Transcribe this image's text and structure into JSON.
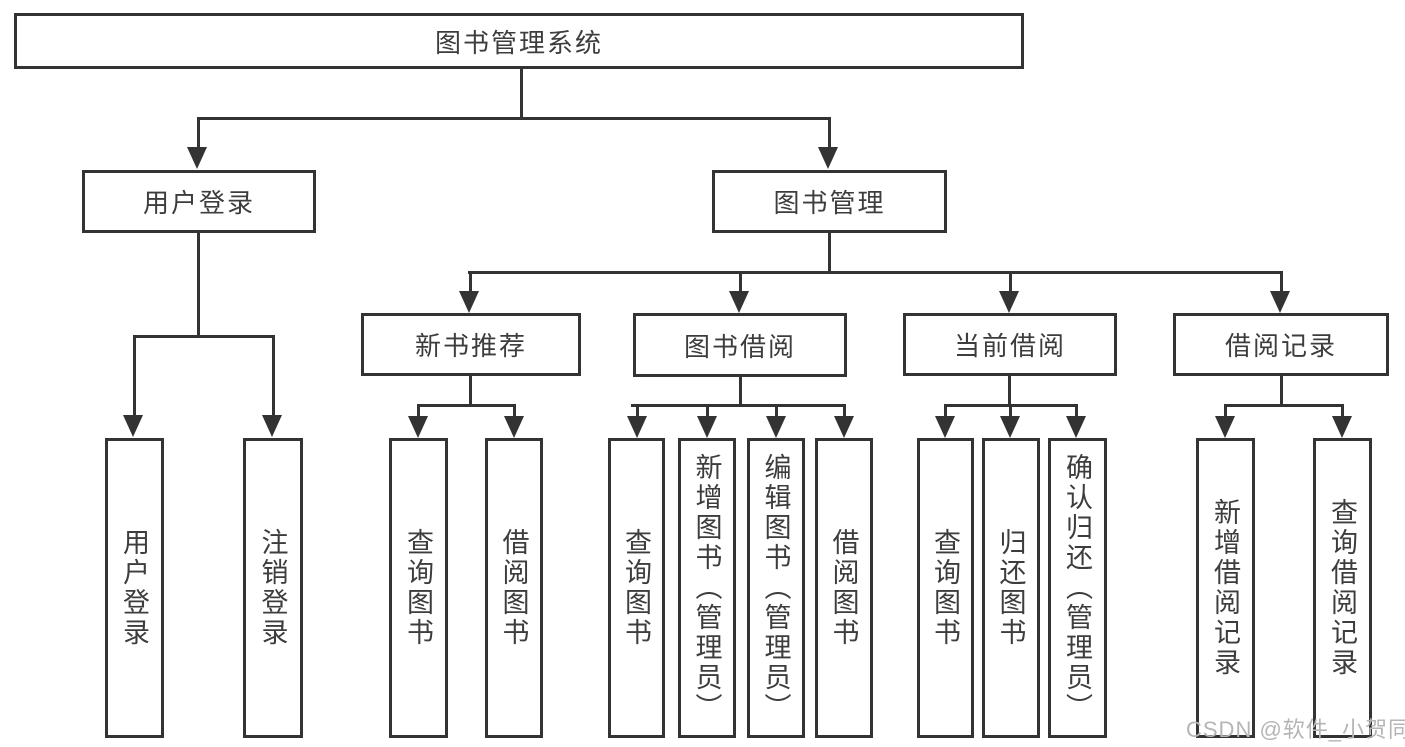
{
  "diagram": {
    "title": "图书管理系统",
    "root": {
      "label": "图书管理系统",
      "children": [
        {
          "label": "用户登录",
          "children": [
            {
              "label": "用户登录"
            },
            {
              "label": "注销登录"
            }
          ]
        },
        {
          "label": "图书管理",
          "children": [
            {
              "label": "新书推荐",
              "children": [
                {
                  "label": "查询图书"
                },
                {
                  "label": "借阅图书"
                }
              ]
            },
            {
              "label": "图书借阅",
              "children": [
                {
                  "label": "查询图书"
                },
                {
                  "label": "新增图书（管理员）"
                },
                {
                  "label": "编辑图书（管理员）"
                },
                {
                  "label": "借阅图书"
                }
              ]
            },
            {
              "label": "当前借阅",
              "children": [
                {
                  "label": "查询图书"
                },
                {
                  "label": "归还图书"
                },
                {
                  "label": "确认归还（管理员）"
                }
              ]
            },
            {
              "label": "借阅记录",
              "children": [
                {
                  "label": "新增借阅记录"
                },
                {
                  "label": "查询借阅记录"
                }
              ]
            }
          ]
        }
      ]
    }
  },
  "watermark": {
    "text": "CSDN @软件_小贺同学"
  },
  "colors": {
    "line": "#333333",
    "text": "#3d3d3d",
    "watermark": "#b5b5b5",
    "background": "#ffffff"
  }
}
